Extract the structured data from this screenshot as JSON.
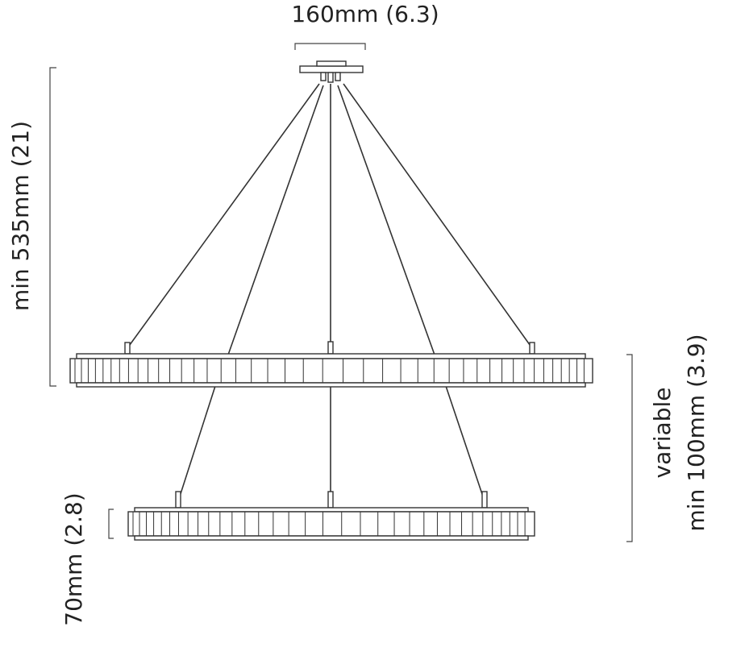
{
  "dimensions": {
    "canopy_width": "160mm (6.3)",
    "min_drop": "min 535mm (21)",
    "ring_height": "70mm (2.8)",
    "variable_label": "variable",
    "ring_gap": "min 100mm (3.9)"
  }
}
